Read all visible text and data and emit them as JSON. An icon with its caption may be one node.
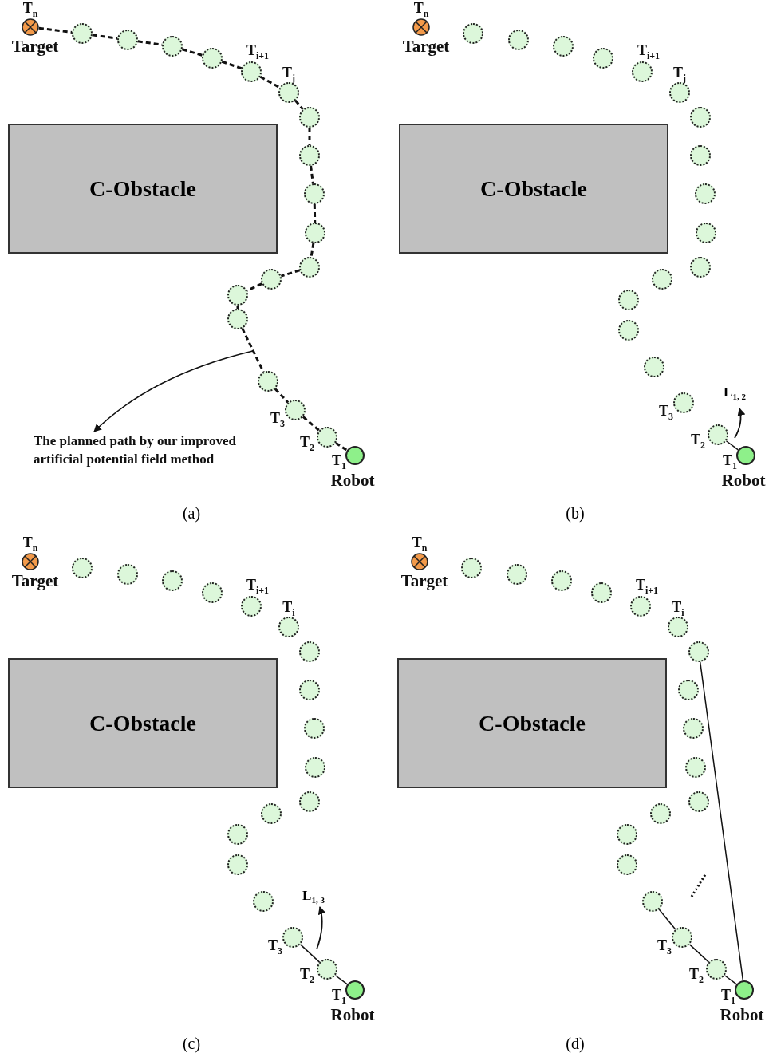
{
  "diagram": {
    "nodes": [
      {
        "text": [],
        "shape": "circle",
        "beside": [
          "T$_{n}$",
          "Target"
        ]
      },
      {
        "text": [],
        "shape": "circle"
      },
      {
        "text": [],
        "shape": "circle"
      },
      {
        "text": [],
        "shape": "circle"
      },
      {
        "text": [],
        "shape": "circle"
      },
      {
        "text": [],
        "shape": "circle",
        "beside": [
          "T$_{i+1}$"
        ]
      },
      {
        "text": [],
        "shape": "circle",
        "beside": [
          "T$_{j}$"
        ]
      },
      {
        "text": [],
        "shape": "circle"
      },
      {
        "text": [],
        "shape": "circle"
      },
      {
        "text": [],
        "shape": "circle"
      },
      {
        "text": [],
        "shape": "circle"
      },
      {
        "text": [],
        "shape": "circle"
      },
      {
        "text": [],
        "shape": "circle"
      },
      {
        "text": [],
        "shape": "circle"
      },
      {
        "text": [],
        "shape": "circle"
      },
      {
        "text": [],
        "shape": "circle"
      },
      {
        "text": [],
        "shape": "circle",
        "beside": [
          "T$_{3}$"
        ]
      },
      {
        "text": [],
        "shape": "circle",
        "beside": [
          "T$_{2}$"
        ]
      },
      {
        "text": [],
        "shape": "circle",
        "beside": [
          "T$_{1}$",
          "Robot"
        ]
      },
      {
        "text": [
          "C-Obstacle"
        ]
      },
      {
        "text": [],
        "shape": "circle",
        "beside": [
          "T$_{n}$",
          "Target"
        ]
      },
      {
        "text": [],
        "shape": "circle"
      },
      {
        "text": [],
        "shape": "circle"
      },
      {
        "text": [],
        "shape": "circle"
      },
      {
        "text": [],
        "shape": "circle"
      },
      {
        "text": [],
        "shape": "circle",
        "beside": [
          "T$_{i+1}$"
        ]
      },
      {
        "text": [],
        "shape": "circle",
        "beside": [
          "T$_{j}$"
        ]
      },
      {
        "text": [],
        "shape": "circle"
      },
      {
        "text": [],
        "shape": "circle"
      },
      {
        "text": [],
        "shape": "circle"
      },
      {
        "text": [],
        "shape": "circle"
      },
      {
        "text": [],
        "shape": "circle"
      },
      {
        "text": [],
        "shape": "circle"
      },
      {
        "text": [],
        "shape": "circle"
      },
      {
        "text": [],
        "shape": "circle"
      },
      {
        "text": [],
        "shape": "circle"
      },
      {
        "text": [],
        "shape": "circle",
        "beside": [
          "T$_{3}$"
        ]
      },
      {
        "text": [],
        "shape": "circle",
        "beside": [
          "T$_{2}$"
        ]
      },
      {
        "text": [],
        "shape": "circle",
        "beside": [
          "T$_{1}$",
          "Robot"
        ]
      },
      {
        "text": [
          "C-Obstacle"
        ]
      },
      {
        "text": [],
        "shape": "circle",
        "beside": [
          "T$_{n}$",
          "Target"
        ]
      },
      {
        "text": [],
        "shape": "circle"
      },
      {
        "text": [],
        "shape": "circle"
      },
      {
        "text": [],
        "shape": "circle"
      },
      {
        "text": [],
        "shape": "circle"
      },
      {
        "text": [],
        "shape": "circle",
        "beside": [
          "T$_{i+1}$"
        ]
      },
      {
        "text": [],
        "shape": "circle",
        "beside": [
          "T$_{i}$"
        ]
      },
      {
        "text": [],
        "shape": "circle"
      },
      {
        "text": [],
        "shape": "circle"
      },
      {
        "text": [],
        "shape": "circle"
      },
      {
        "text": [],
        "shape": "circle"
      },
      {
        "text": [],
        "shape": "circle"
      },
      {
        "text": [],
        "shape": "circle"
      },
      {
        "text": [],
        "shape": "circle"
      },
      {
        "text": [],
        "shape": "circle"
      },
      {
        "text": [],
        "shape": "circle"
      },
      {
        "text": [],
        "shape": "circle",
        "beside": [
          "T$_{3}$"
        ]
      },
      {
        "text": [],
        "shape": "circle",
        "beside": [
          "T$_{2}$"
        ]
      },
      {
        "text": [],
        "shape": "circle",
        "beside": [
          "T$_{1}$",
          "Robot"
        ]
      },
      {
        "text": [
          "C-Obstacle"
        ]
      },
      {
        "text": [],
        "shape": "circle",
        "beside": [
          "T$_{n}$",
          "Target"
        ]
      },
      {
        "text": [],
        "shape": "circle"
      },
      {
        "text": [],
        "shape": "circle"
      },
      {
        "text": [],
        "shape": "circle"
      },
      {
        "text": [],
        "shape": "circle"
      },
      {
        "text": [],
        "shape": "circle",
        "beside": [
          "T$_{i+1}$"
        ]
      },
      {
        "text": [],
        "shape": "circle",
        "beside": [
          "T$_{i}$"
        ]
      },
      {
        "text": [],
        "shape": "circle"
      },
      {
        "text": [],
        "shape": "circle"
      },
      {
        "text": [],
        "shape": "circle"
      },
      {
        "text": [],
        "shape": "circle"
      },
      {
        "text": [],
        "shape": "circle"
      },
      {
        "text": [],
        "shape": "circle"
      },
      {
        "text": [],
        "shape": "circle"
      },
      {
        "text": [],
        "shape": "circle"
      },
      {
        "text": [],
        "shape": "circle"
      },
      {
        "text": [],
        "shape": "circle",
        "beside": [
          "T$_{3}$"
        ]
      },
      {
        "text": [],
        "shape": "circle",
        "beside": [
          "T$_{2}$"
        ]
      },
      {
        "text": [],
        "shape": "circle",
        "beside": [
          "T$_{1}$",
          "Robot"
        ]
      },
      {
        "text": [
          "C-Obstacle"
        ]
      },
      {
        "text": [
          "The planned path by our improved artificial potential field method"
        ]
      }
    ],
    "edges": [
      {
        "from": 0,
        "to": 1,
        "arrow": "none",
        "style": "dashed"
      },
      {
        "from": 1,
        "to": 2,
        "arrow": "none",
        "style": "dashed"
      },
      {
        "from": 2,
        "to": 3,
        "arrow": "none",
        "style": "dashed"
      },
      {
        "from": 3,
        "to": 4,
        "arrow": "none",
        "style": "dashed"
      },
      {
        "from": 4,
        "to": 5,
        "arrow": "none",
        "style": "dashed"
      },
      {
        "from": 5,
        "to": 6,
        "arrow": "none",
        "style": "dashed"
      },
      {
        "from": 6,
        "to": 7,
        "arrow": "none",
        "style": "dashed"
      },
      {
        "from": 7,
        "to": 8,
        "arrow": "none",
        "style": "dashed"
      },
      {
        "from": 8,
        "to": 9,
        "arrow": "none",
        "style": "dashed"
      },
      {
        "from": 9,
        "to": 10,
        "arrow": "none",
        "style": "dashed"
      },
      {
        "from": 10,
        "to": 11,
        "arrow": "none",
        "style": "dashed"
      },
      {
        "from": 11,
        "to": 12,
        "arrow": "none",
        "style": "dashed"
      },
      {
        "from": 12,
        "to": 13,
        "arrow": "none",
        "style": "dashed"
      },
      {
        "from": 13,
        "to": 14,
        "arrow": "none",
        "style": "dashed"
      },
      {
        "from": 14,
        "to": 15,
        "arrow": "none",
        "style": "dashed"
      },
      {
        "from": 15,
        "to": 16,
        "arrow": "none",
        "style": "dashed"
      },
      {
        "from": 16,
        "to": 17,
        "arrow": "none",
        "style": "dashed"
      },
      {
        "from": 17,
        "to": 18,
        "arrow": "none",
        "style": "dashed"
      },
      {
        "from": null,
        "to": 80,
        "arrow": "to"
      },
      {
        "from": 38,
        "to": 37,
        "arrow": "none"
      },
      {
        "from": 58,
        "to": 57,
        "arrow": "none"
      },
      {
        "from": 57,
        "to": 56,
        "arrow": "none"
      },
      {
        "from": 78,
        "to": 77,
        "arrow": "none"
      },
      {
        "from": 77,
        "to": 76,
        "arrow": "none"
      },
      {
        "from": 76,
        "to": 75,
        "arrow": "none"
      },
      {
        "from": 78,
        "to": 67,
        "arrow": "none"
      }
    ],
    "labels": [
      "L$_{1, 2}$",
      "(a)",
      "(b)",
      "L$_{1, 3}$",
      "(c)",
      "(d)"
    ]
  }
}
